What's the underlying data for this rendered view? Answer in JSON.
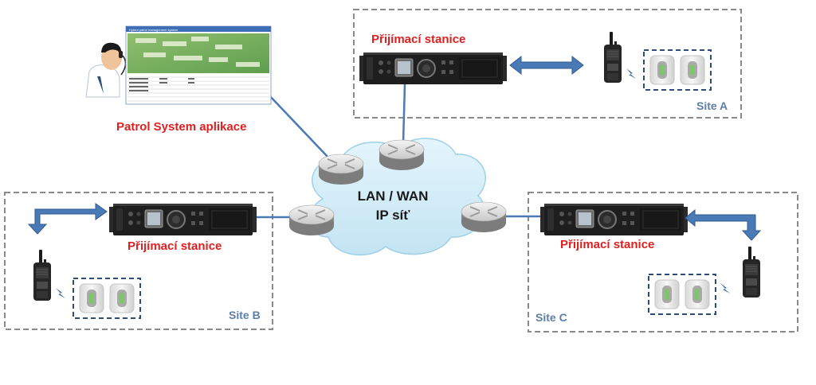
{
  "network": {
    "line1": "LAN / WAN",
    "line2": "IP síť"
  },
  "app_label": "Patrol System aplikace",
  "app_window_title": "Hytera patrol management system",
  "sites": {
    "a": {
      "label": "Site A",
      "station_label": "Přijímací stanice"
    },
    "b": {
      "label": "Site B",
      "station_label": "Přijímací stanice"
    },
    "c": {
      "label": "Site C",
      "station_label": "Přijímací stanice"
    }
  },
  "colors": {
    "site_box_border": "#888888",
    "label_red": "#e02020",
    "site_label": "#5b7fa8",
    "link": "#4a7ab5",
    "cloud": "#cdeaf7"
  }
}
